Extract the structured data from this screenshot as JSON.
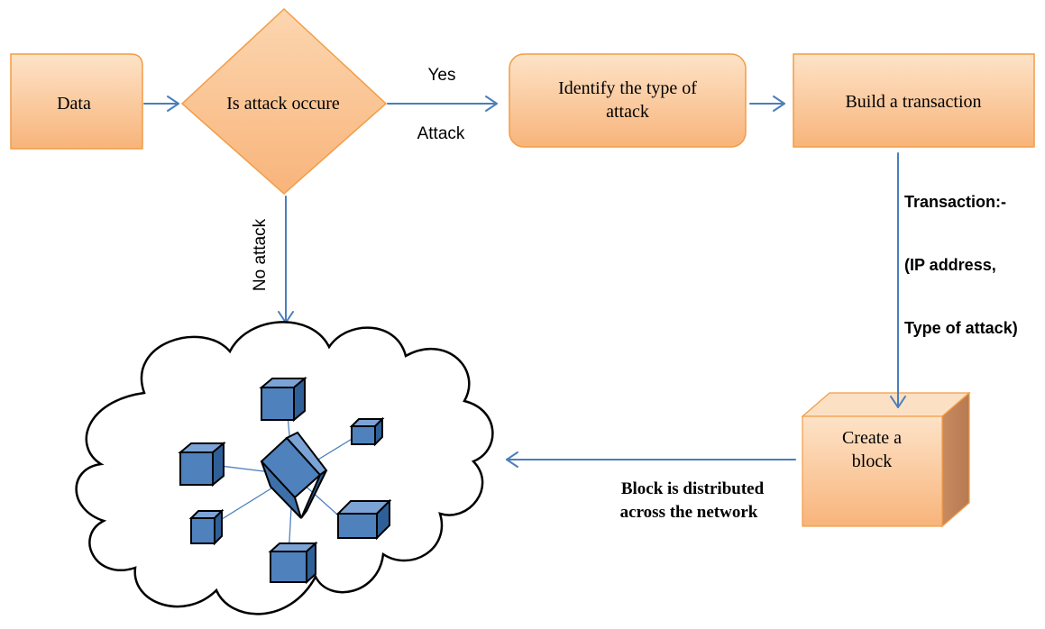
{
  "nodes": {
    "data": "Data",
    "decision": "Is attack occure",
    "identify_line1": "Identify the type of",
    "identify_line2": "attack",
    "build": "Build a transaction",
    "create_line1": "Create a",
    "create_line2": "block"
  },
  "edge_labels": {
    "yes": "Yes",
    "attack": "Attack",
    "no_attack": "No attack",
    "transaction_title": "Transaction:-",
    "transaction_ip": "(IP address,",
    "transaction_type": "Type of attack)",
    "distributed_line1": "Block is distributed",
    "distributed_line2": "across the network"
  },
  "colors": {
    "node_fill_light": "#fde3c8",
    "node_fill_dark": "#f8b878",
    "node_border": "#f29c47",
    "arrow": "#4a7ebb",
    "block_fill": "#4f81bd",
    "block_top": "#7ca3d6",
    "block_side": "#2f5f97"
  }
}
